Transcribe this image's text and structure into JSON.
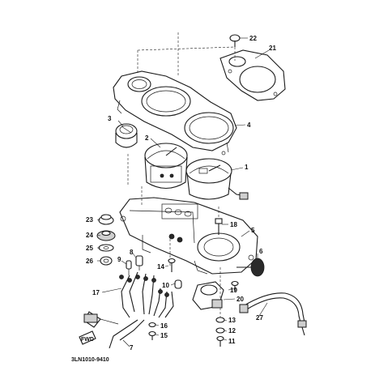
{
  "diagram": {
    "drawing_code": "3LN1010-9410",
    "fwd_mark": "FWD",
    "callouts": [
      {
        "id": "1",
        "label": "1"
      },
      {
        "id": "2",
        "label": "2"
      },
      {
        "id": "3",
        "label": "3"
      },
      {
        "id": "4",
        "label": "4"
      },
      {
        "id": "5",
        "label": "5"
      },
      {
        "id": "6",
        "label": "6"
      },
      {
        "id": "7",
        "label": "7"
      },
      {
        "id": "8",
        "label": "8"
      },
      {
        "id": "9",
        "label": "9"
      },
      {
        "id": "10",
        "label": "10"
      },
      {
        "id": "11",
        "label": "11"
      },
      {
        "id": "12",
        "label": "12"
      },
      {
        "id": "13",
        "label": "13"
      },
      {
        "id": "14",
        "label": "14"
      },
      {
        "id": "15",
        "label": "15"
      },
      {
        "id": "16",
        "label": "16"
      },
      {
        "id": "17",
        "label": "17"
      },
      {
        "id": "18",
        "label": "18"
      },
      {
        "id": "19",
        "label": "19"
      },
      {
        "id": "20",
        "label": "20"
      },
      {
        "id": "21",
        "label": "21"
      },
      {
        "id": "22",
        "label": "22"
      },
      {
        "id": "23",
        "label": "23"
      },
      {
        "id": "24",
        "label": "24"
      },
      {
        "id": "25",
        "label": "25"
      },
      {
        "id": "26",
        "label": "26"
      },
      {
        "id": "27",
        "label": "27"
      }
    ]
  }
}
